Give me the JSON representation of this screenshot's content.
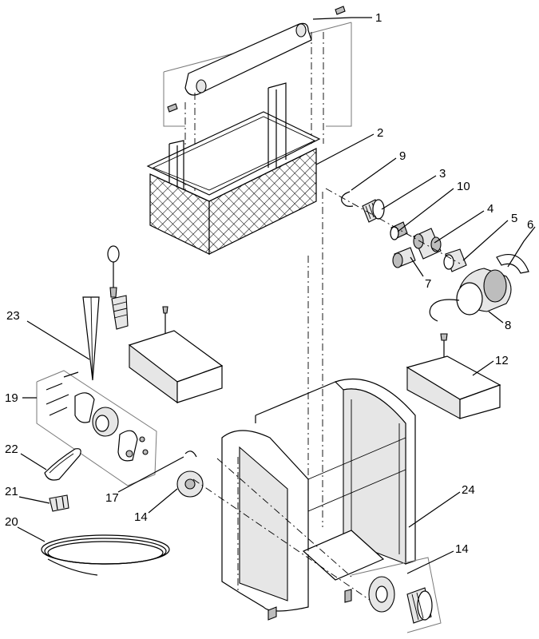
{
  "labels": {
    "p1": "1",
    "p2": "2",
    "p3": "3",
    "p4": "4",
    "p5": "5",
    "p6": "6",
    "p7": "7",
    "p8": "8",
    "p9": "9",
    "p10": "10",
    "p12": "12",
    "p14a": "14",
    "p14b": "14",
    "p17": "17",
    "p19": "19",
    "p20": "20",
    "p21": "21",
    "p22": "22",
    "p23": "23",
    "p24": "24"
  }
}
